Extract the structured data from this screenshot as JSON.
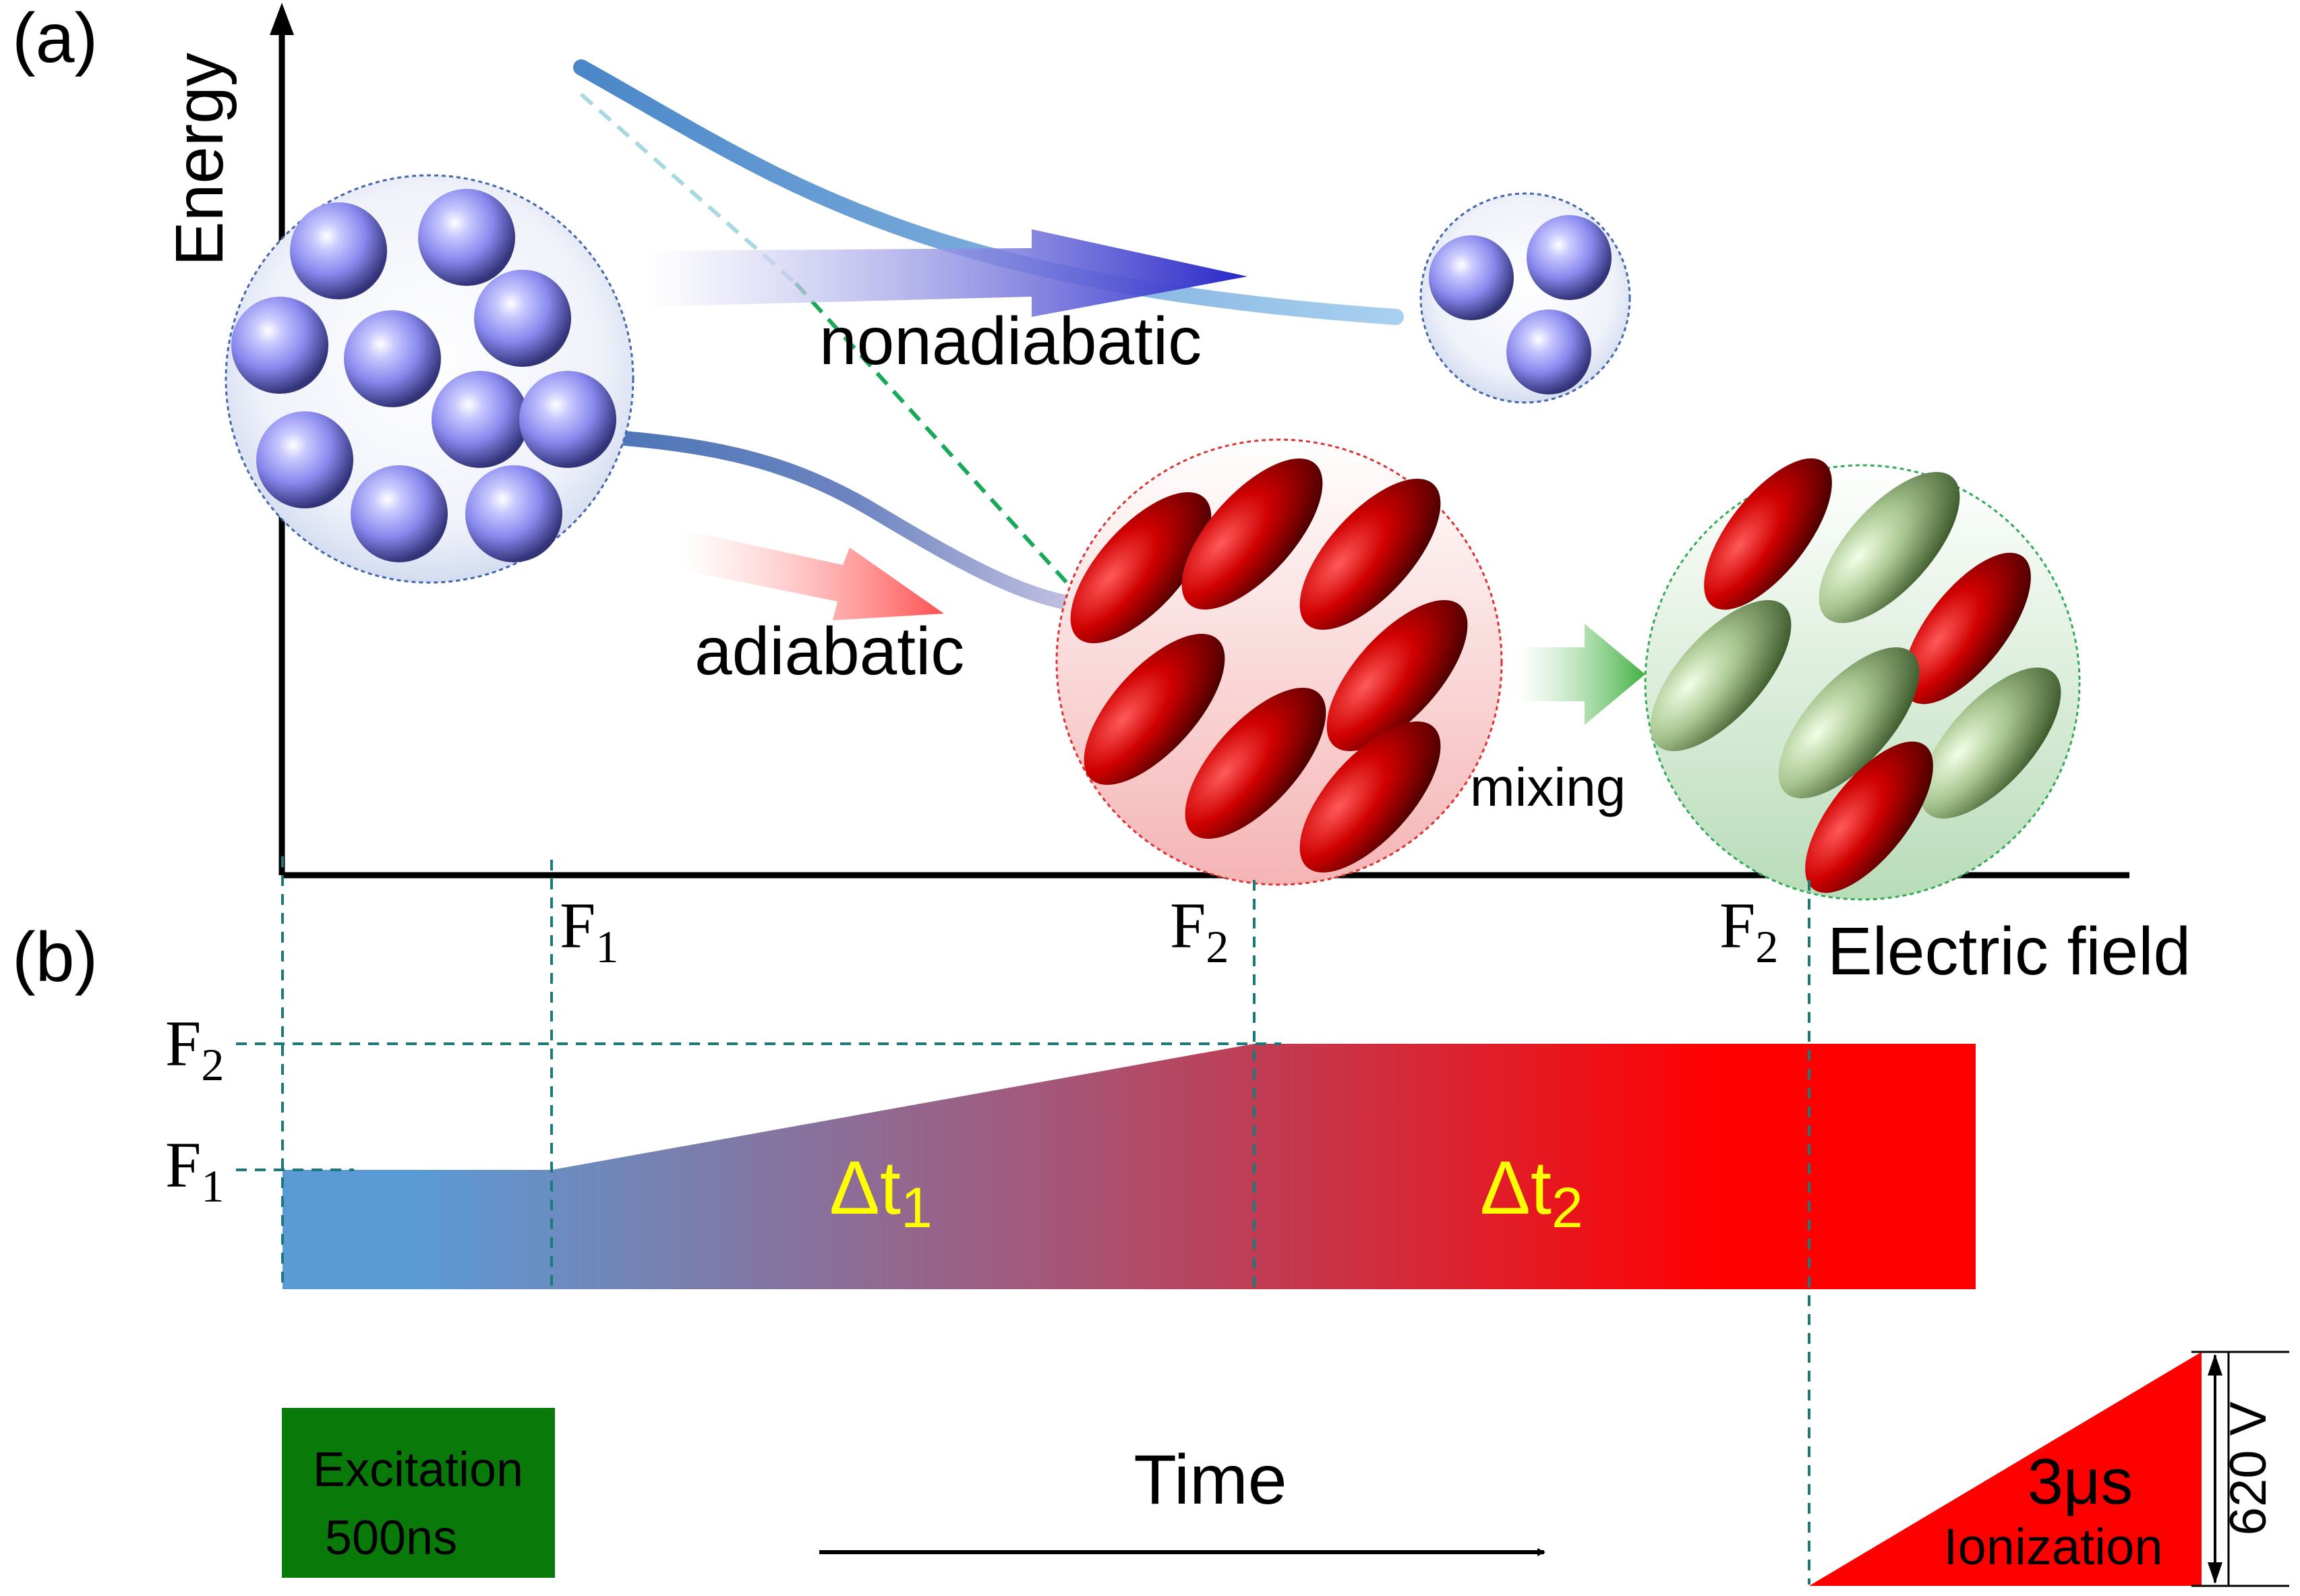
{
  "panel_a": {
    "label": "(a)",
    "y_axis_label": "Energy",
    "x_axis_label": "Electric field",
    "process_nonadiabatic": "nonadiabatic",
    "process_adiabatic": "adiabatic",
    "process_mixing": "mixing",
    "field_markers": [
      {
        "main": "F",
        "sub": "1"
      },
      {
        "main": "F",
        "sub": "2"
      },
      {
        "main": "F",
        "sub": "2"
      }
    ]
  },
  "panel_b": {
    "label": "(b)",
    "level_labels": [
      {
        "main": "F",
        "sub": "2"
      },
      {
        "main": "F",
        "sub": "1"
      }
    ],
    "intervals": [
      {
        "main": "Δt",
        "sub": "1"
      },
      {
        "main": "Δt",
        "sub": "2"
      }
    ],
    "excitation": {
      "line1": "Excitation",
      "line2": "500ns"
    },
    "time_label": "Time",
    "ionization": {
      "duration": "3μs",
      "label": "Ionization",
      "voltage": "620 V"
    }
  },
  "colors": {
    "ramp_start": "#5b9bd5",
    "ramp_end": "#ff0000",
    "excitation_box": "#097a09",
    "interval_text": "#ffff00",
    "guide_lines": "#1a7a7a",
    "sphere": "#8c8cf0",
    "ellipse_red": "#c00000",
    "ellipse_green": "#9cb884"
  }
}
